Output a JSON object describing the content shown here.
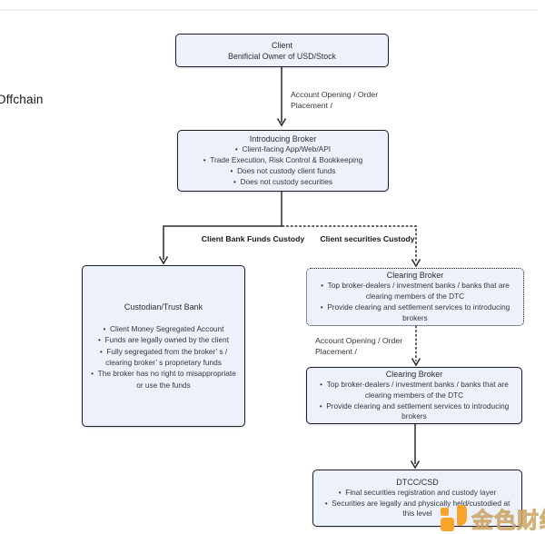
{
  "page": {
    "region_label": "Offchain"
  },
  "diagram": {
    "nodes": {
      "client": {
        "title": "Client",
        "subtitle": "Benificial Owner of USD/Stock"
      },
      "introducing_broker": {
        "title": "Introducing Broker",
        "bullets": [
          "Client-facing App/Web/API",
          "Trade Execution, Risk Control & Bookkeeping",
          "Does not custody client funds",
          "Does not custody securities"
        ]
      },
      "custodian_trust_bank": {
        "title": "Custodian/Trust Bank",
        "bullets": [
          "Client Money Segregated Account",
          "Funds are legally owned by the client",
          "Fully segregated from the broker’ s / clearing broker’ s proprietary funds",
          "The broker has no right to misappropriate or use the funds"
        ]
      },
      "clearing_broker_upper": {
        "title": "Clearing Broker",
        "bullets": [
          "Top broker-dealers / investment banks / banks that are clearing members of the DTC",
          "Provide clearing and settlement services to introducing brokers"
        ]
      },
      "clearing_broker_lower": {
        "title": "Clearing Broker",
        "bullets": [
          "Top broker-dealers / investment banks / banks that are clearing members of the DTC",
          "Provide clearing and settlement services to introducing brokers"
        ]
      },
      "dtcc_csd": {
        "title": "DTCC/CSD",
        "bullets": [
          "Final securities registration and custody layer",
          "Securities are legally and physically held/custodied at this level"
        ]
      }
    },
    "edge_labels": {
      "account_opening_top": "Account Opening / Order Placement /",
      "client_bank_funds_custody": "Client Bank Funds Custody",
      "client_securities_custody": "Client securities Custody",
      "account_opening_mid": "Account Opening / Order Placement /"
    }
  },
  "watermark": {
    "text": "金色财经"
  },
  "colors": {
    "node_fill": "#edf1fb",
    "node_border": "#1d1d24",
    "connector": "#2a2a2a",
    "watermark_orange": "#f7a52b",
    "watermark_gold": "#d8b271"
  }
}
